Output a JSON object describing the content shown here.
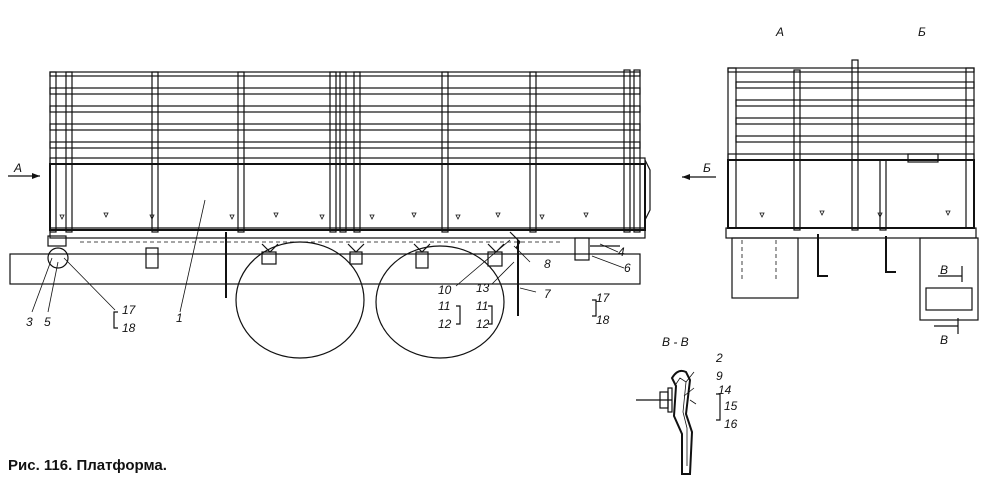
{
  "caption": "Рис. 116. Платформа.",
  "view_labels": {
    "a_top": "А",
    "b_top": "Б",
    "a_arrow": "А",
    "b_arrow": "Б",
    "section": "В - В",
    "v1": "В",
    "v2": "В"
  },
  "callouts": {
    "c1": "1",
    "c2": "2",
    "c3": "3",
    "c4": "4",
    "c5": "5",
    "c6": "6",
    "c7": "7",
    "c8": "8",
    "c9": "9",
    "c10": "10",
    "c11a": "11",
    "c11b": "11",
    "c12a": "12",
    "c12b": "12",
    "c13": "13",
    "c14": "14",
    "c15": "15",
    "c16": "16",
    "c17a": "17",
    "c17b": "17",
    "c18a": "18",
    "c18b": "18"
  }
}
